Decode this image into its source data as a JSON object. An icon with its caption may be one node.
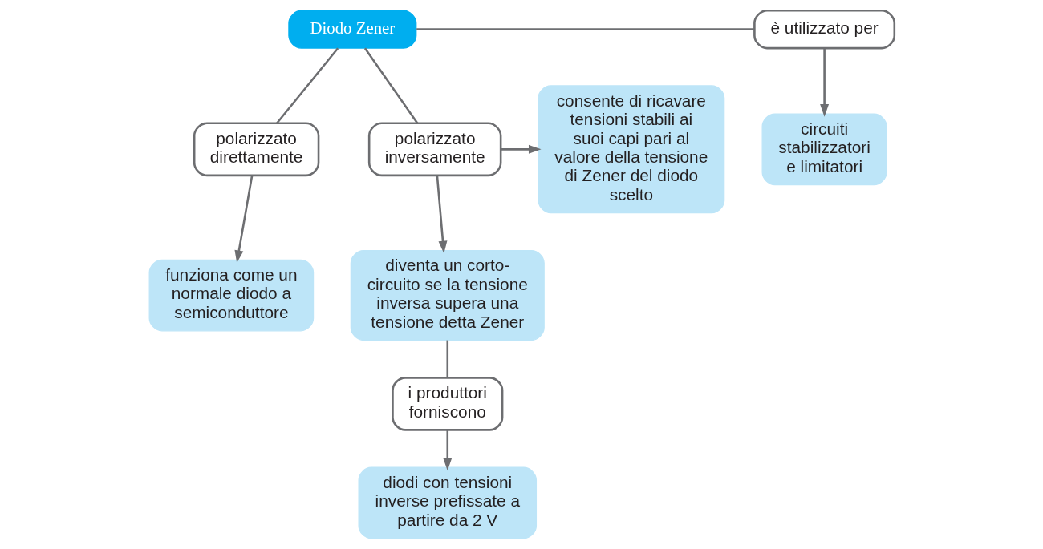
{
  "diagram": {
    "nodes": [
      {
        "text": [
          "Diodo Zener"
        ]
      },
      {
        "text": [
          "è utilizzato per"
        ]
      },
      {
        "text": [
          "circuiti stabilizzatori e limitatori"
        ]
      },
      {
        "text": [
          "polarizzato direttamente"
        ]
      },
      {
        "text": [
          "polarizzato inversamente"
        ]
      },
      {
        "text": [
          "funziona come un normale diodo a semiconduttore"
        ]
      },
      {
        "text": [
          "diventa un corto-circuito se la tensione inversa supera una tensione detta Zener"
        ]
      },
      {
        "text": [
          "consente di ricavare tensioni stabili ai suoi capi pari al valore della tensione di Zener del diodo scelto"
        ]
      },
      {
        "text": [
          "i produttori forniscono"
        ]
      },
      {
        "text": [
          "diodi con tensioni inverse prefissate a partire da 2 V"
        ]
      }
    ],
    "edges": [
      {
        "from": 0,
        "to": 1,
        "arrow": "none"
      },
      {
        "from": 1,
        "to": 2,
        "arrow": "to"
      },
      {
        "from": 0,
        "to": 3,
        "arrow": "none"
      },
      {
        "from": 0,
        "to": 4,
        "arrow": "none"
      },
      {
        "from": 3,
        "to": 5,
        "arrow": "to"
      },
      {
        "from": 4,
        "to": 6,
        "arrow": "to"
      },
      {
        "from": 4,
        "to": 7,
        "arrow": "to"
      },
      {
        "from": 6,
        "to": 8,
        "arrow": "none"
      },
      {
        "from": 8,
        "to": 9,
        "arrow": "to"
      }
    ]
  }
}
